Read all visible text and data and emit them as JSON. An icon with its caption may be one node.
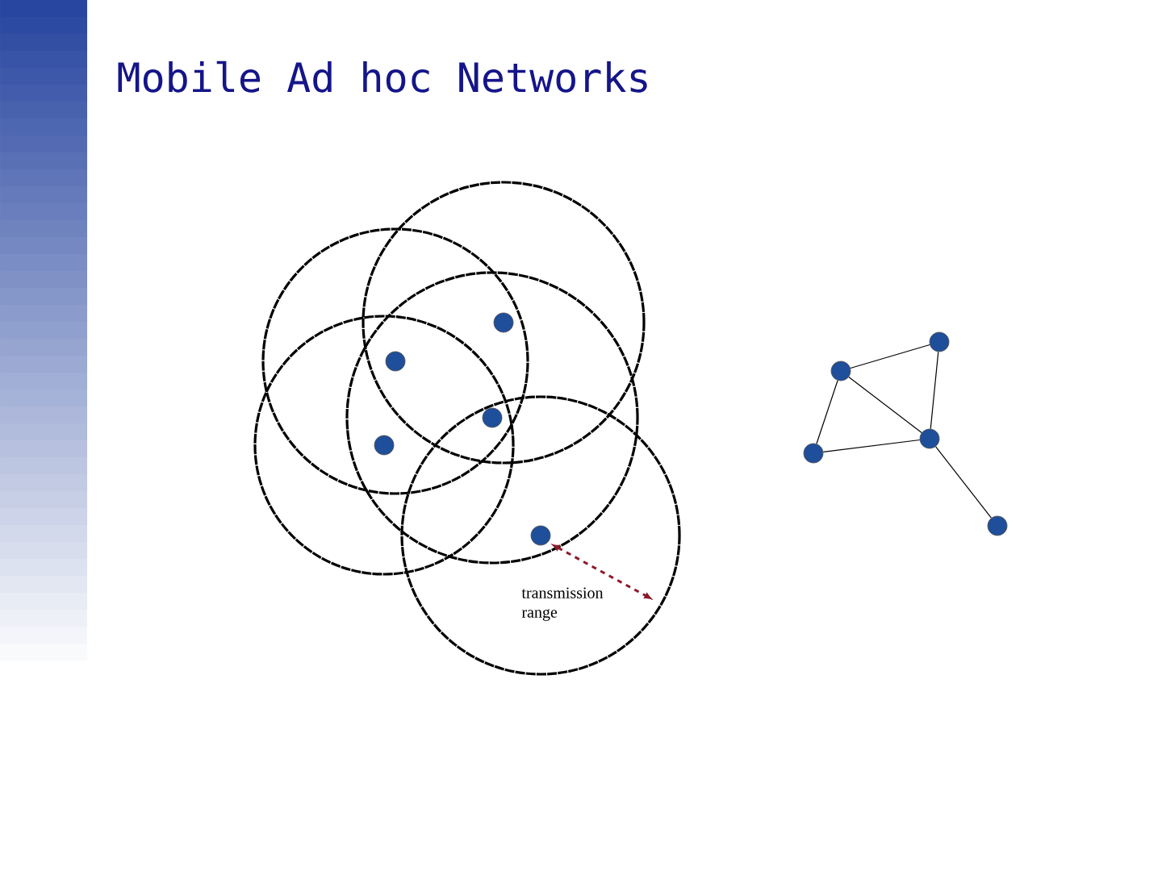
{
  "diagram": {
    "title": "Mobile Ad hoc Networks",
    "nodes": [
      {
        "text": [],
        "shape": "circle"
      },
      {
        "text": [],
        "shape": "circle"
      },
      {
        "text": [],
        "shape": "circle"
      },
      {
        "text": [],
        "shape": "circle"
      },
      {
        "text": [],
        "shape": "circle"
      },
      {
        "text": [],
        "shape": "circle"
      },
      {
        "text": [],
        "shape": "circle"
      },
      {
        "text": [],
        "shape": "circle"
      },
      {
        "text": [],
        "shape": "circle"
      },
      {
        "text": [],
        "shape": "circle"
      }
    ],
    "edges": [
      {
        "from": 6,
        "to": 5,
        "arrow": "none"
      },
      {
        "from": 5,
        "to": 7,
        "arrow": "none"
      },
      {
        "from": 6,
        "to": 7,
        "arrow": "none"
      },
      {
        "from": 6,
        "to": 8,
        "arrow": "none"
      },
      {
        "from": 8,
        "to": 7,
        "arrow": "none"
      },
      {
        "from": 7,
        "to": 9,
        "arrow": "none"
      }
    ],
    "labels": [
      "transmission range"
    ]
  }
}
